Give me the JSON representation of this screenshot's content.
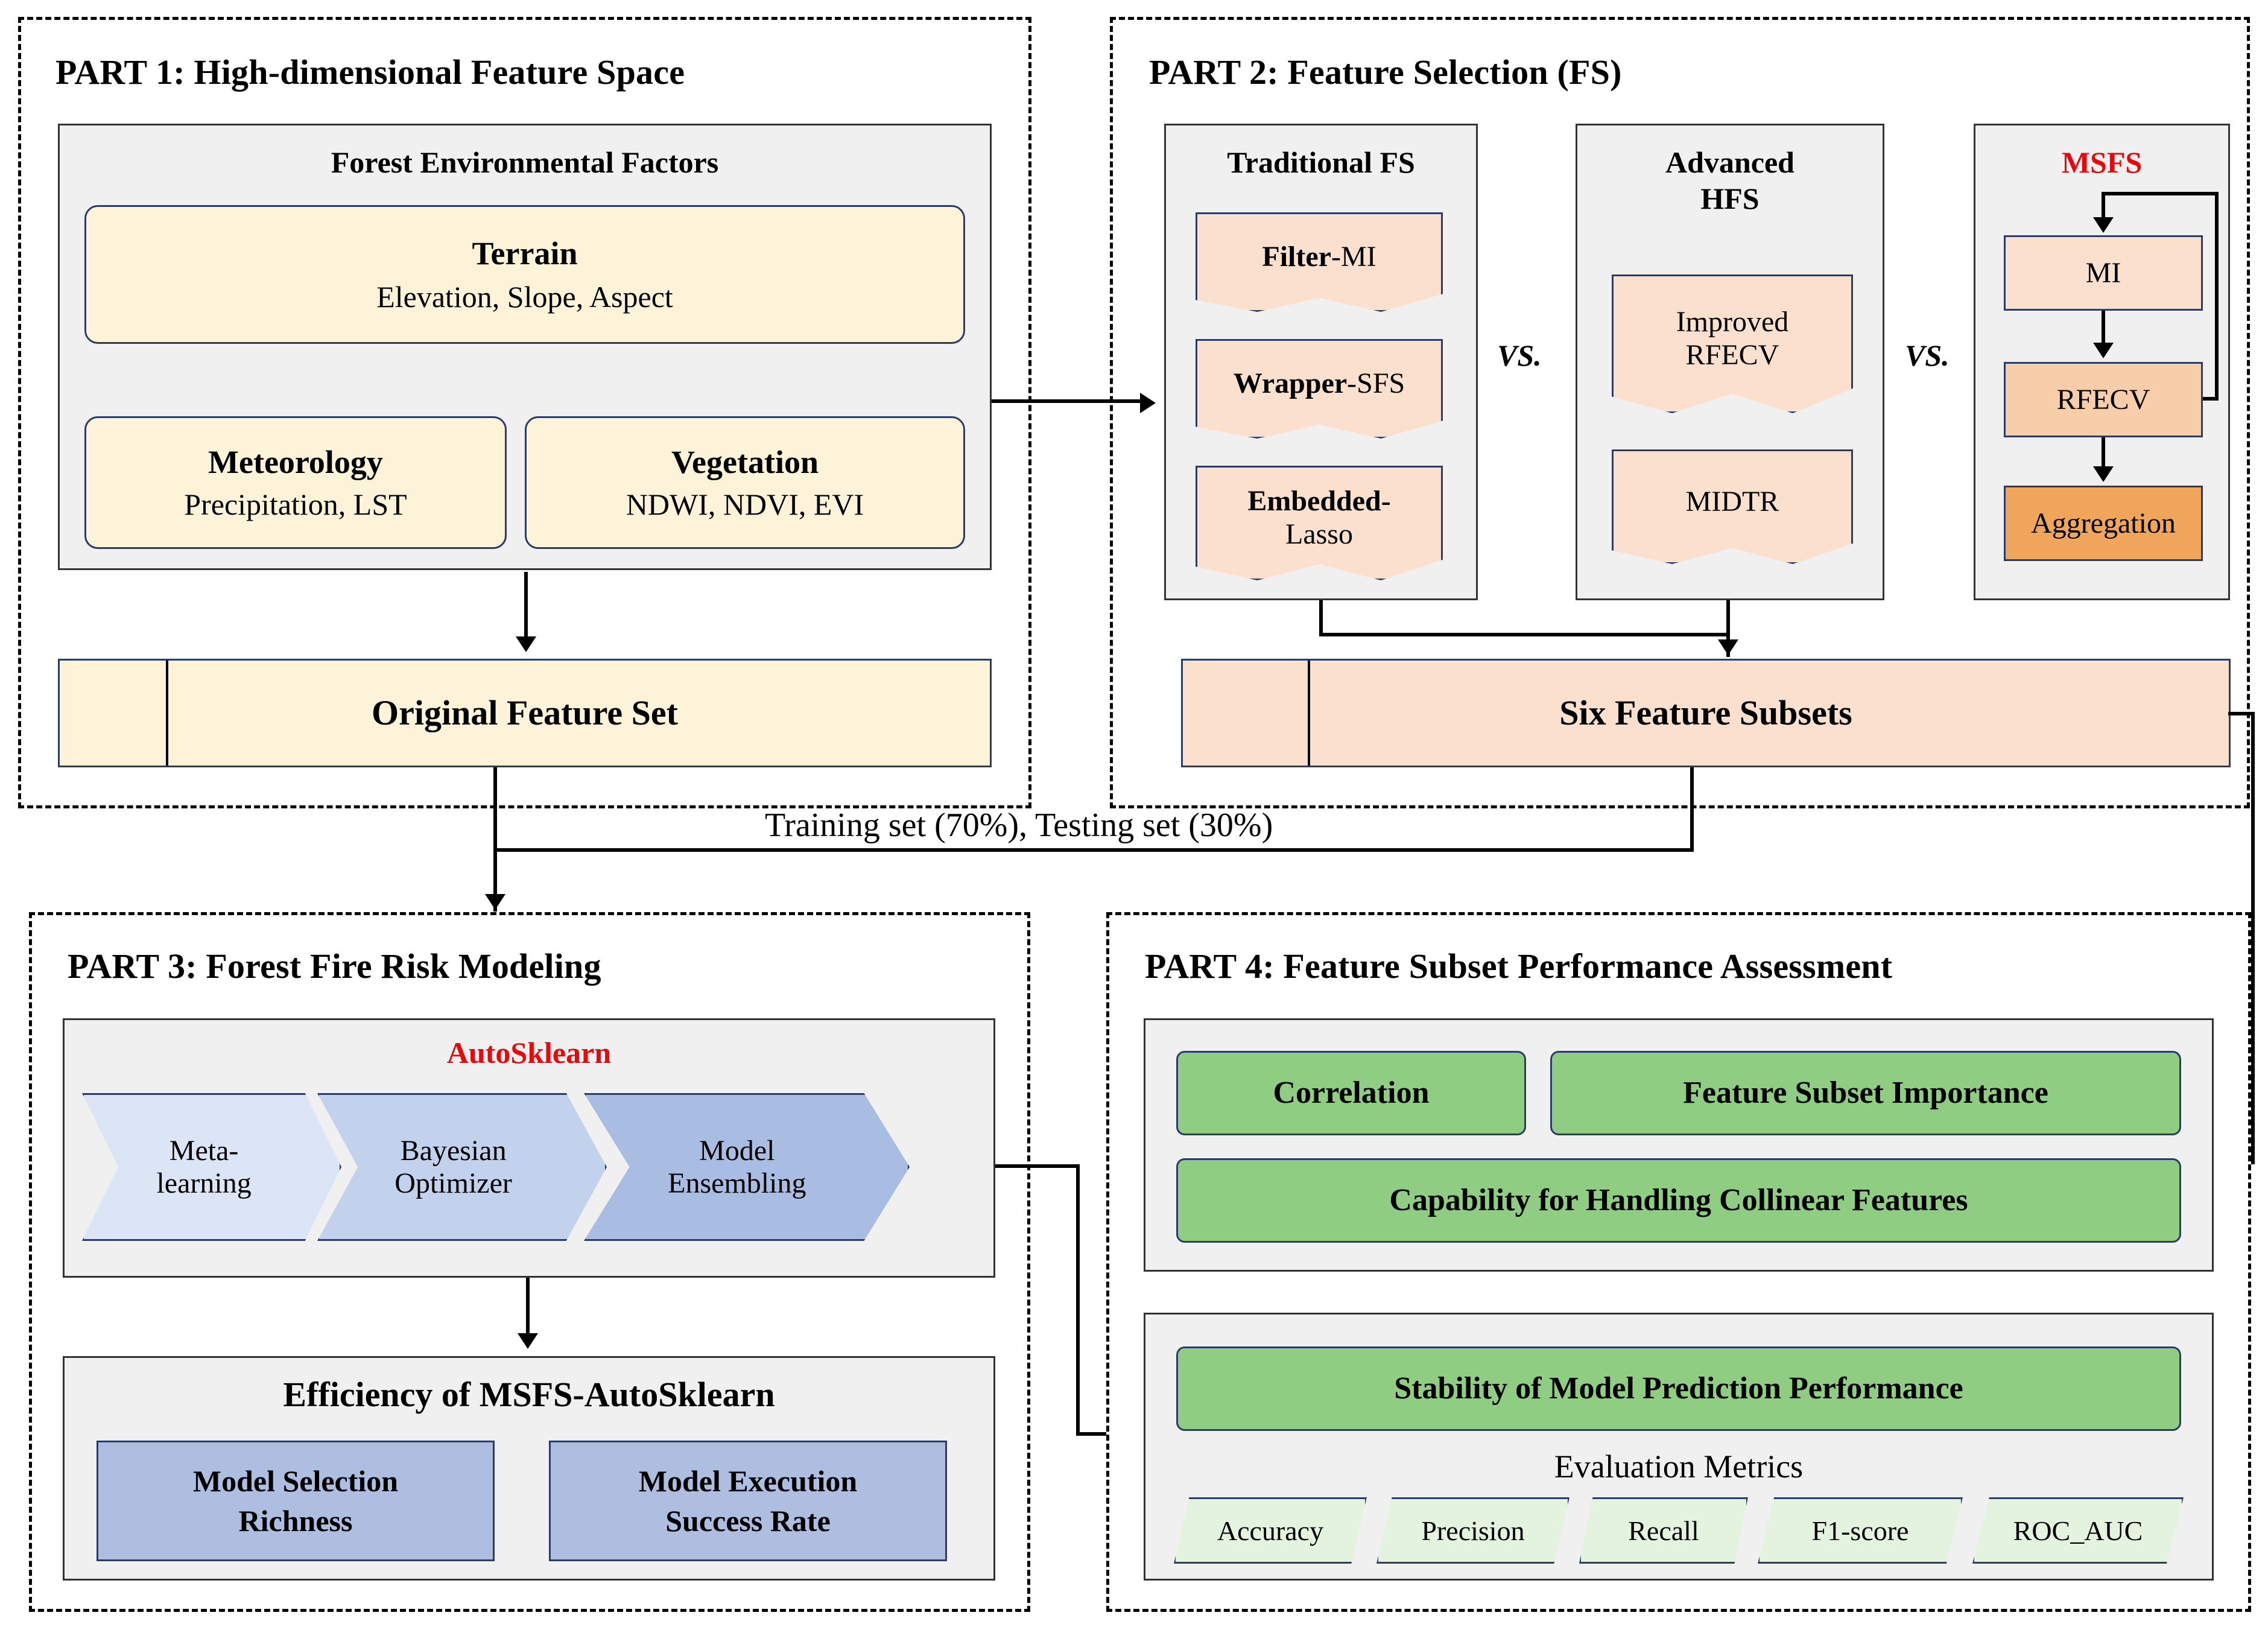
{
  "parts": {
    "p1": {
      "title": "PART 1: High-dimensional Feature Space"
    },
    "p2": {
      "title": "PART 2: Feature Selection (FS)"
    },
    "p3": {
      "title": "PART 3: Forest Fire Risk Modeling"
    },
    "p4": {
      "title": "PART 4: Feature Subset Performance Assessment"
    }
  },
  "part1": {
    "panel_title": "Forest Environmental Factors",
    "terrain": {
      "title": "Terrain",
      "items": "Elevation,  Slope,  Aspect"
    },
    "meteorology": {
      "title": "Meteorology",
      "items": "Precipitation, LST"
    },
    "vegetation": {
      "title": "Vegetation",
      "items": "NDWI, NDVI, EVI"
    },
    "original_feature_set": "Original Feature Set"
  },
  "part2": {
    "traditional": {
      "title": "Traditional FS",
      "items": [
        {
          "bold": "Filter",
          "rest": "-MI"
        },
        {
          "bold": "Wrapper",
          "rest": "-SFS"
        },
        {
          "bold": "Embedded-",
          "rest": "Lasso"
        }
      ]
    },
    "advanced": {
      "title": "Advanced",
      "title2": "HFS",
      "items": [
        {
          "line1": "Improved",
          "line2": "RFECV"
        },
        {
          "line1": "MIDTR",
          "line2": ""
        }
      ]
    },
    "msfs": {
      "title": "MSFS",
      "steps": [
        "MI",
        "RFECV",
        "Aggregation"
      ]
    },
    "vs_label": "VS.",
    "six_feature_subsets": "Six Feature Subsets"
  },
  "connector": {
    "split_label": "Training set (70%), Testing set (30%)"
  },
  "part3": {
    "autosklearn_title": "AutoSklearn",
    "pipeline": [
      {
        "line1": "Meta-",
        "line2": "learning"
      },
      {
        "line1": "Bayesian",
        "line2": "Optimizer"
      },
      {
        "line1": "Model",
        "line2": "Ensembling"
      }
    ],
    "efficiency_title": "Efficiency of MSFS-AutoSklearn",
    "efficiency_items": [
      {
        "line1": "Model Selection",
        "line2": "Richness"
      },
      {
        "line1": "Model Execution",
        "line2": "Success Rate"
      }
    ]
  },
  "part4": {
    "assessment_items": [
      "Correlation",
      "Feature Subset Importance",
      "Capability for Handling Collinear Features"
    ],
    "stability_title": "Stability of Model Prediction Performance",
    "metrics_label": "Evaluation Metrics",
    "metrics": [
      "Accuracy",
      "Precision",
      "Recall",
      "F1-score",
      "ROC_AUC"
    ]
  },
  "colors": {
    "cream": "#fdf3d8",
    "peach": "#fbe0ce",
    "peach_mid": "#f8cdaa",
    "orange": "#f0a55a",
    "green": "#8fce82",
    "green_light": "#e3f3de",
    "blue_light": "#dbe5f5",
    "blue_mid": "#c3d2ec",
    "blue_dark": "#a9bde3",
    "accent_red": "#e8090c",
    "panel_grey": "#f0f0f0",
    "border": "#2b3c66"
  }
}
